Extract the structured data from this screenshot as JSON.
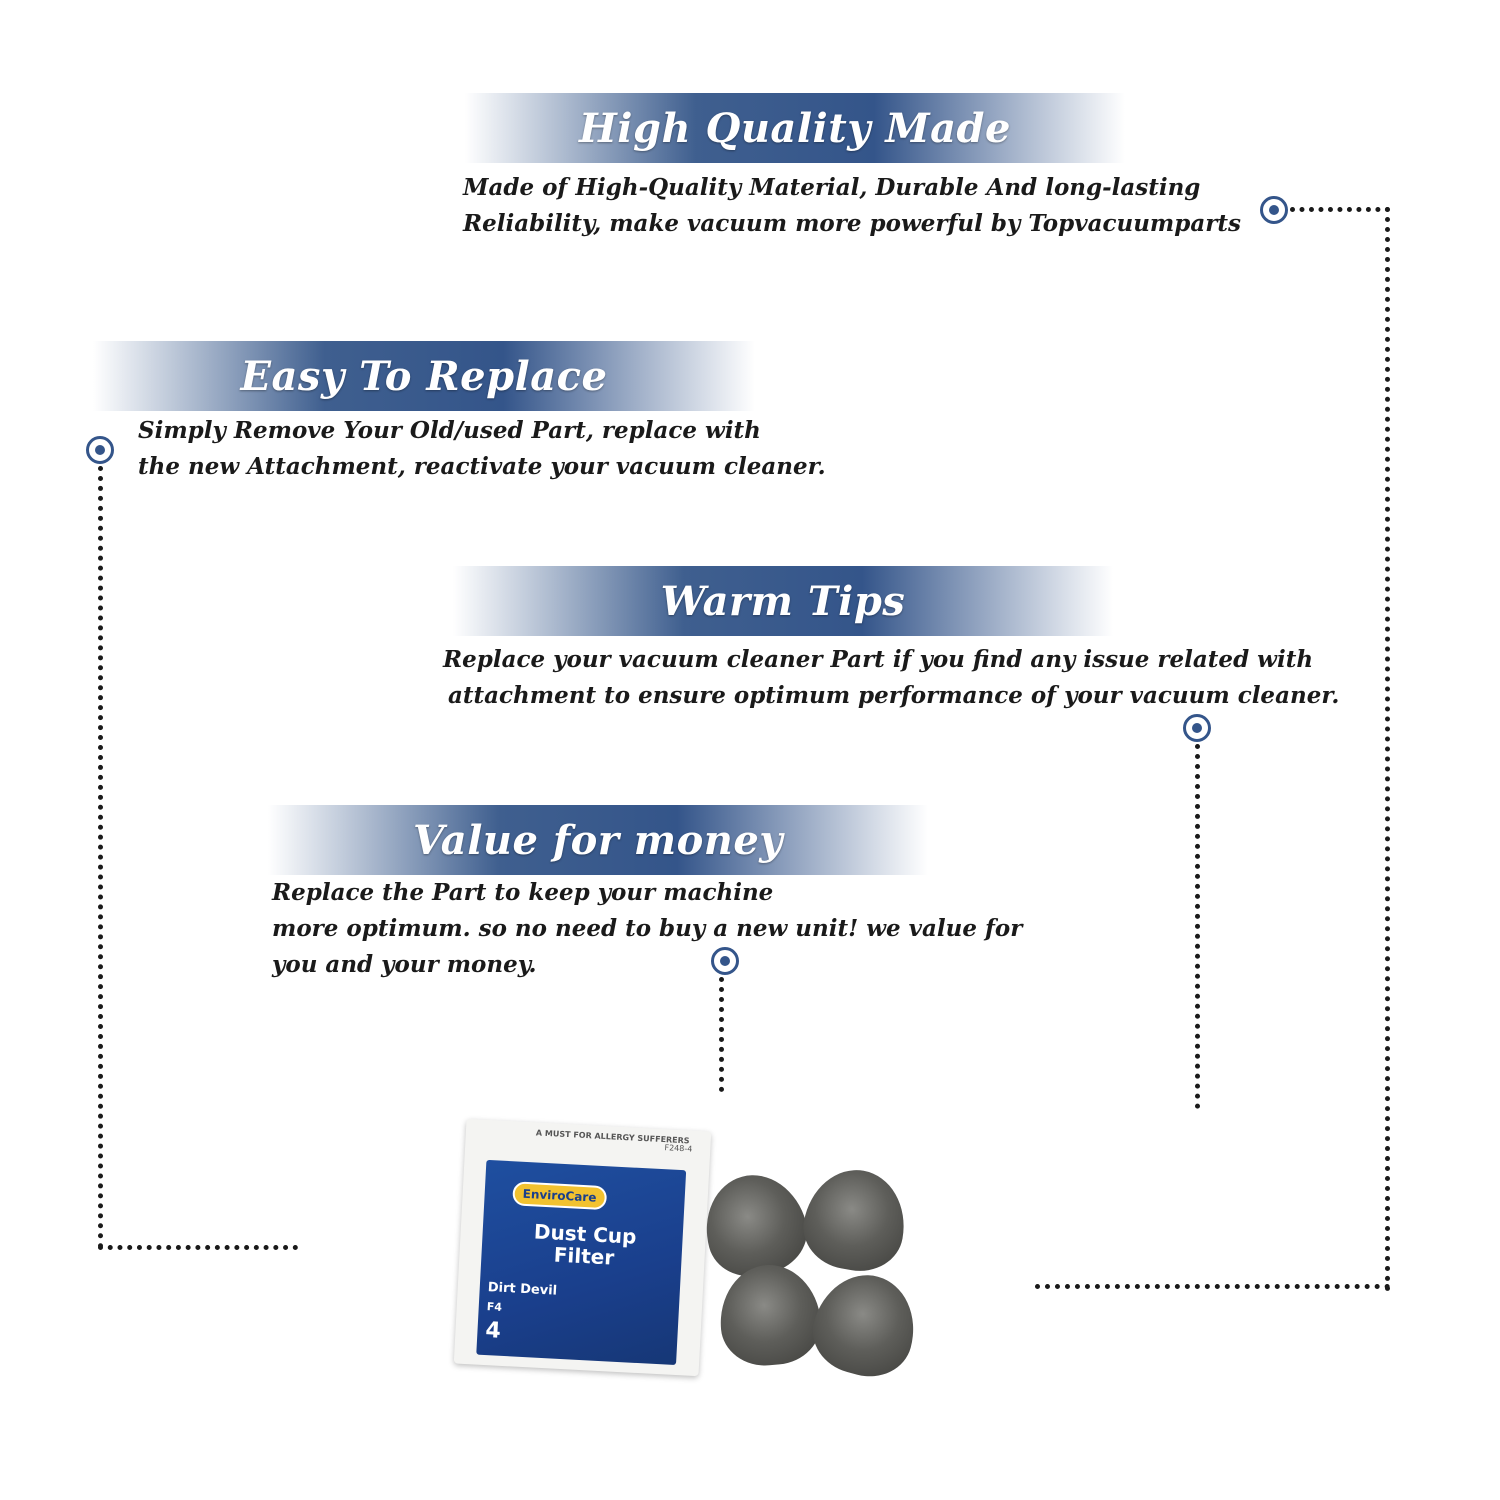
{
  "sections": [
    {
      "title": "High Quality Made",
      "lines": [
        "Made of  High-Quality Material, Durable And long-lasting",
        "Reliability, make vacuum more powerful by Topvacuumparts"
      ]
    },
    {
      "title": "Easy To Replace",
      "lines": [
        "Simply Remove Your Old/used Part, replace with",
        "the new Attachment, reactivate your vacuum cleaner."
      ]
    },
    {
      "title": "Warm Tips",
      "lines": [
        "Replace your vacuum cleaner Part if you find any issue related with",
        "attachment to ensure optimum performance of your vacuum cleaner."
      ]
    },
    {
      "title": "Value for money",
      "lines": [
        "Replace the Part to keep your machine",
        "more optimum. so no need to buy a new unit! we value for",
        "you and your money."
      ]
    }
  ],
  "product": {
    "top_label": "A MUST FOR ALLERGY SUFFERERS",
    "code": "F248-4",
    "brand": "EnviroCare",
    "name_line1": "Dust Cup",
    "name_line2": "Filter",
    "model": "Dirt Devil",
    "filter_type": "F4",
    "count": "4"
  },
  "colors": {
    "accent": "#34558a",
    "text": "#1a1a1a",
    "dots": "#1a1a1a"
  }
}
